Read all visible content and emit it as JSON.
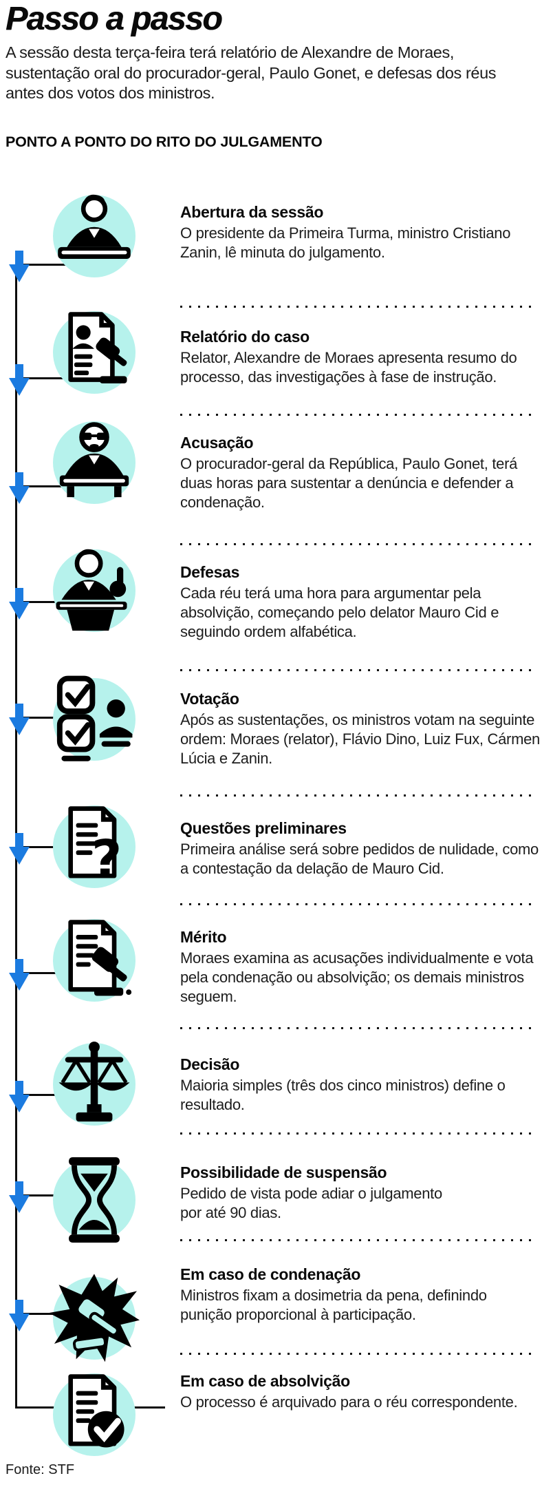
{
  "page": {
    "title": "Passo a passo",
    "intro": "A sessão desta terça-feira terá relatório de Alexandre de Moraes, sustentação oral do procurador-geral, Paulo Gonet, e defesas dos réus antes dos votos dos ministros.",
    "section_header": "PONTO A PONTO DO RITO DO JULGAMENTO",
    "source": "Fonte: STF"
  },
  "colors": {
    "icon_circle_cyan": "#b6f2ec",
    "arrow_blue": "#1b7be0",
    "line_black": "#0a0a0a"
  },
  "steps": [
    {
      "icon": "presider-desk-icon",
      "title": "Abertura da sessão",
      "text": "O presidente da Primeira Turma, ministro Cristiano Zanin, lê minuta do julgamento."
    },
    {
      "icon": "report-document-gavel-icon",
      "title": "Relatório do caso",
      "text": "Relator, Alexandre de Moraes apresenta resumo do processo, das investigações à fase de instrução."
    },
    {
      "icon": "prosecutor-podium-icon",
      "title": "Acusação",
      "text": "O procurador-geral da República, Paulo Gonet, terá duas horas para sustentar a denúncia e defender a condenação."
    },
    {
      "icon": "defense-speaker-icon",
      "title": "Defesas",
      "text": "Cada réu terá uma hora para argumentar pela absolvição, começando pelo delator Mauro Cid e seguindo ordem alfabética."
    },
    {
      "icon": "ballot-checkboxes-icon",
      "title": "Votação",
      "text": "Após as sustentações, os ministros votam na seguinte ordem: Moraes (relator), Flávio Dino, Luiz Fux, Cármen Lúcia e Zanin."
    },
    {
      "icon": "document-question-icon",
      "title": "Questões preliminares",
      "text": "Primeira análise será sobre pedidos de nulidade, como a contestação da delação de Mauro Cid."
    },
    {
      "icon": "document-gavel-icon",
      "title": "Mérito",
      "text": "Moraes examina as acusações individualmente e vota pela condenação ou absolvição; os demais ministros seguem."
    },
    {
      "icon": "scales-icon",
      "title": "Decisão",
      "text": "Maioria simples (três dos cinco ministros) define o resultado."
    },
    {
      "icon": "hourglass-icon",
      "title": "Possibilidade de suspensão",
      "text": "Pedido de vista pode adiar o julgamento\npor até 90 dias."
    },
    {
      "icon": "gavel-burst-icon",
      "title": "Em caso de condenação",
      "text": "Ministros fixam a dosimetria da pena, definindo punição proporcional à participação."
    },
    {
      "icon": "document-check-icon",
      "title": "Em caso de absolvição",
      "text": "O processo é arquivado para o réu correspondente."
    }
  ]
}
